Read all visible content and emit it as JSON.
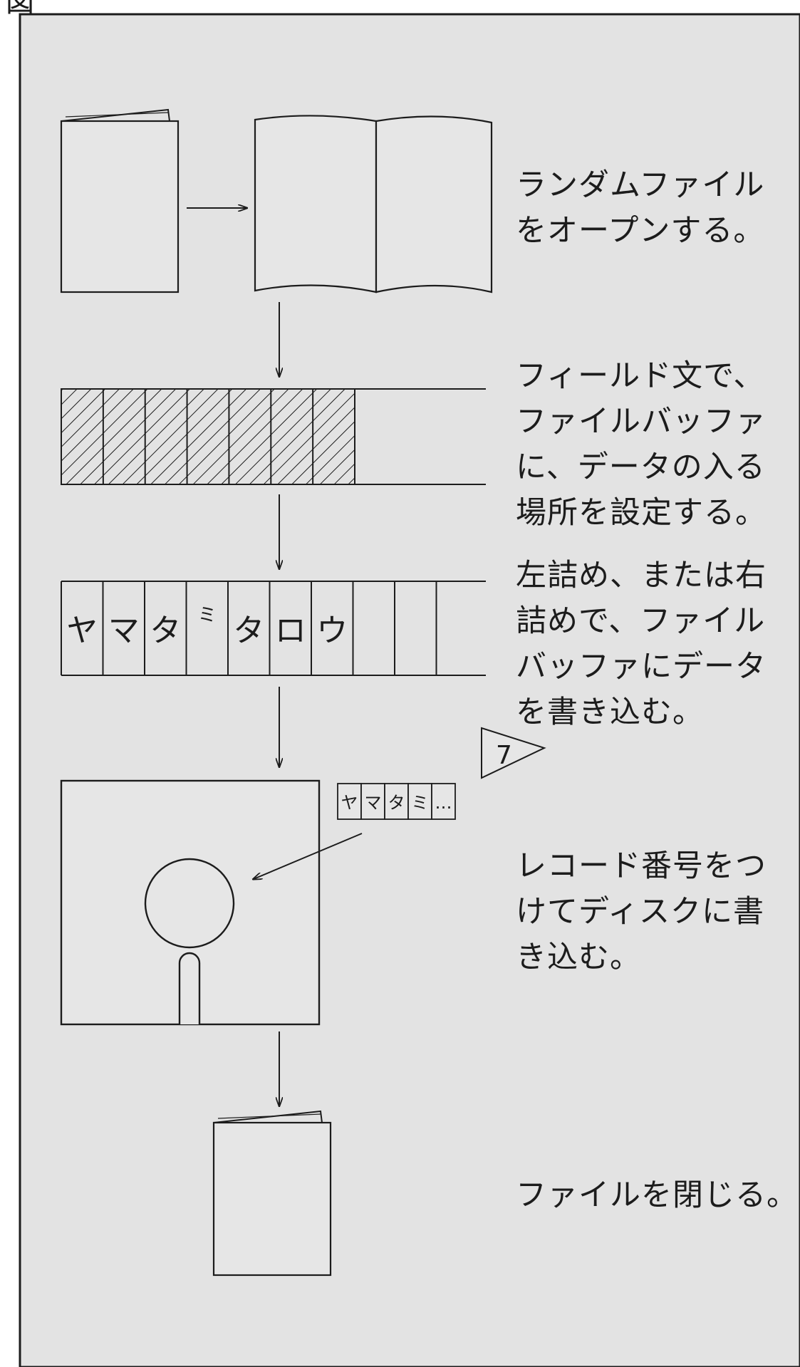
{
  "figure": {
    "label_fragment": "図",
    "background": "#e3e3e3",
    "ink": "#1c1c1c",
    "hatch_cells": 7
  },
  "steps": [
    {
      "lines": [
        "ランダムファイル",
        "をオープンする。"
      ]
    },
    {
      "lines": [
        "フィールド文で、",
        "ファイルバッファ",
        "に、データの入る",
        "場所を設定する。"
      ]
    },
    {
      "lines": [
        "左詰め、または右",
        "詰めで、ファイル",
        "バッファにデータ",
        "を書き込む。"
      ]
    },
    {
      "lines": [
        "レコード番号をつ",
        "けてディスクに書",
        "き込む。"
      ]
    },
    {
      "lines": [
        "ファイルを閉じる。"
      ]
    }
  ],
  "buffer_cells": [
    "ヤ",
    "マ",
    "タ",
    "ミ",
    "タ",
    "ロ",
    "ウ",
    "",
    ""
  ],
  "record_cells": [
    "ヤ",
    "マ",
    "タ",
    "ミ",
    "…"
  ],
  "record_number": "7",
  "icons": [
    "closed-file-icon",
    "open-file-icon",
    "floppy-disk-icon"
  ]
}
